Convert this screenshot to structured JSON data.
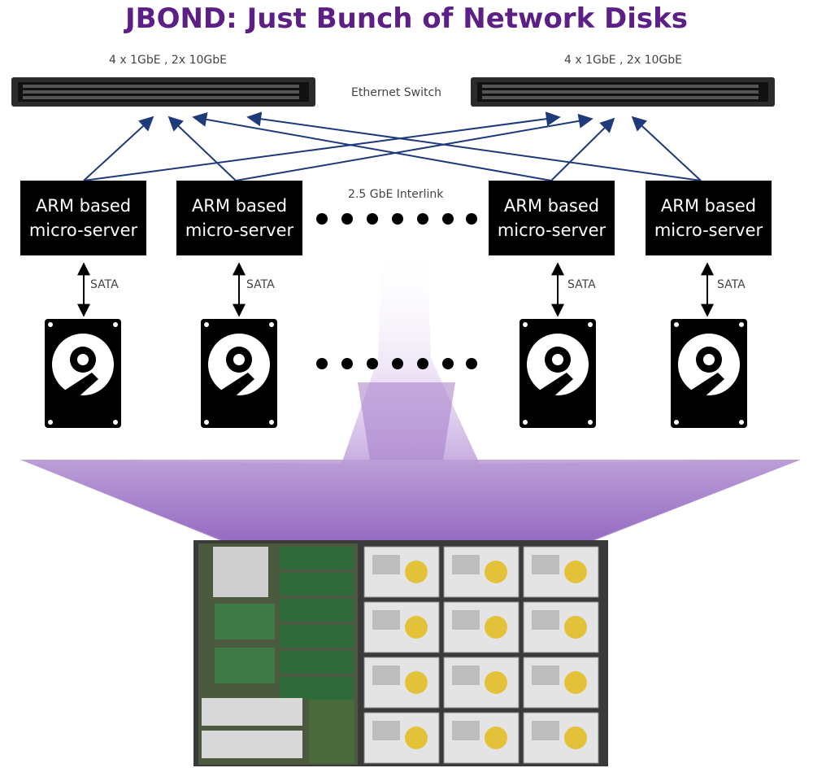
{
  "title": "JBOND: Just Bunch of Network Disks",
  "switches": [
    {
      "ports_label": "4 x 1GbE , 2x 10GbE"
    },
    {
      "ports_label": "4 x 1GbE , 2x 10GbE"
    }
  ],
  "switch_name": "Ethernet Switch",
  "interlink_label": "2.5 GbE Interlink",
  "servers": [
    {
      "line1": "ARM based",
      "line2": "micro-server"
    },
    {
      "line1": "ARM based",
      "line2": "micro-server"
    },
    {
      "line1": "ARM based",
      "line2": "micro-server"
    },
    {
      "line1": "ARM based",
      "line2": "micro-server"
    }
  ],
  "sata_label": "SATA",
  "colors": {
    "title": "#5b1f86",
    "funnel": "#9b6fc2",
    "link": "#1f3a7a"
  }
}
